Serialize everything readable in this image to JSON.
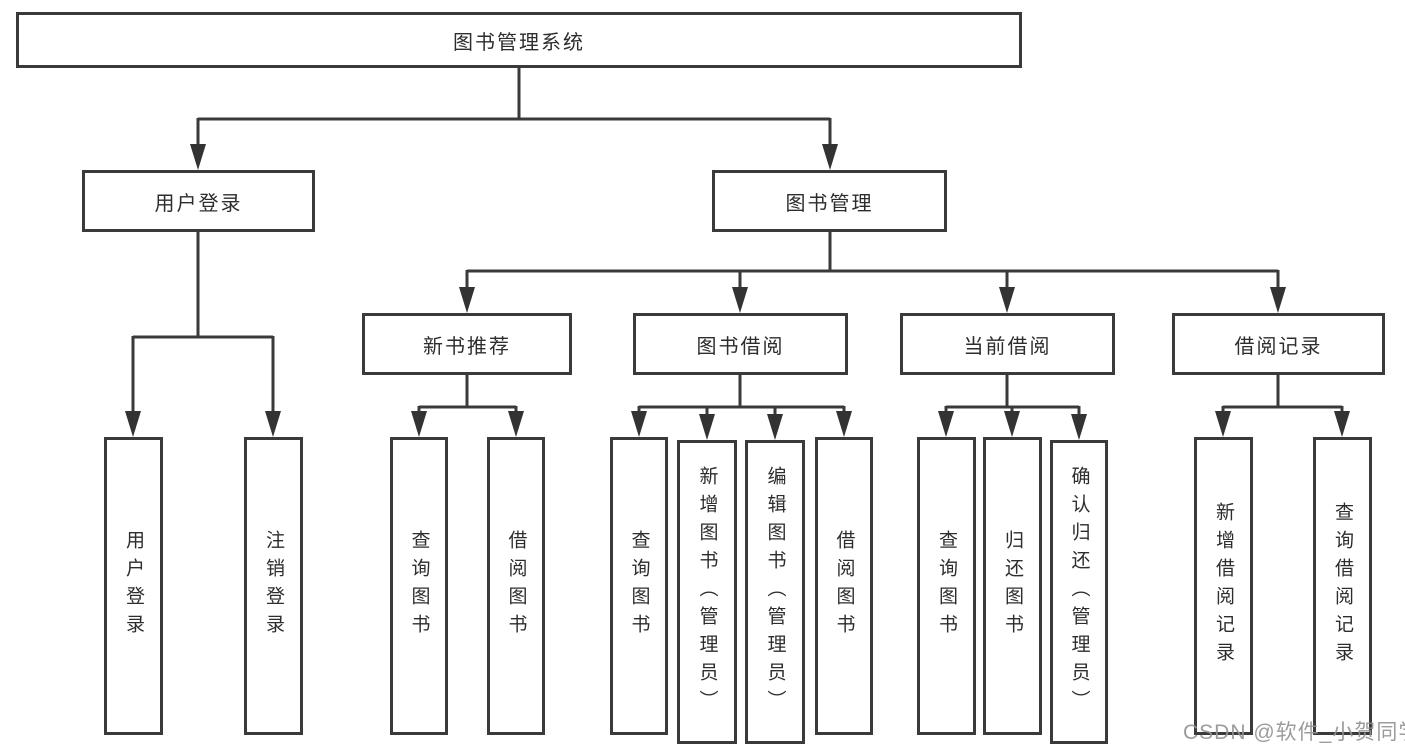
{
  "tree": {
    "label": "图书管理系统",
    "children": [
      {
        "label": "用户登录",
        "children": [
          {
            "label": "用户登录"
          },
          {
            "label": "注销登录"
          }
        ]
      },
      {
        "label": "图书管理",
        "children": [
          {
            "label": "新书推荐",
            "children": [
              {
                "label": "查询图书"
              },
              {
                "label": "借阅图书"
              }
            ]
          },
          {
            "label": "图书借阅",
            "children": [
              {
                "label": "查询图书"
              },
              {
                "label": "新增图书（管理员）"
              },
              {
                "label": "编辑图书（管理员）"
              },
              {
                "label": "借阅图书"
              }
            ]
          },
          {
            "label": "当前借阅",
            "children": [
              {
                "label": "查询图书"
              },
              {
                "label": "归还图书"
              },
              {
                "label": "确认归还（管理员）"
              }
            ]
          },
          {
            "label": "借阅记录",
            "children": [
              {
                "label": "新增借阅记录"
              },
              {
                "label": "查询借阅记录"
              }
            ]
          }
        ]
      }
    ]
  },
  "watermark": {
    "text": "CSDN @软件_小贺同学"
  },
  "colors": {
    "line": "#3a3a3a",
    "text": "#2d2d2d",
    "watermark_gray": "#949494",
    "background": "#ffffff"
  }
}
